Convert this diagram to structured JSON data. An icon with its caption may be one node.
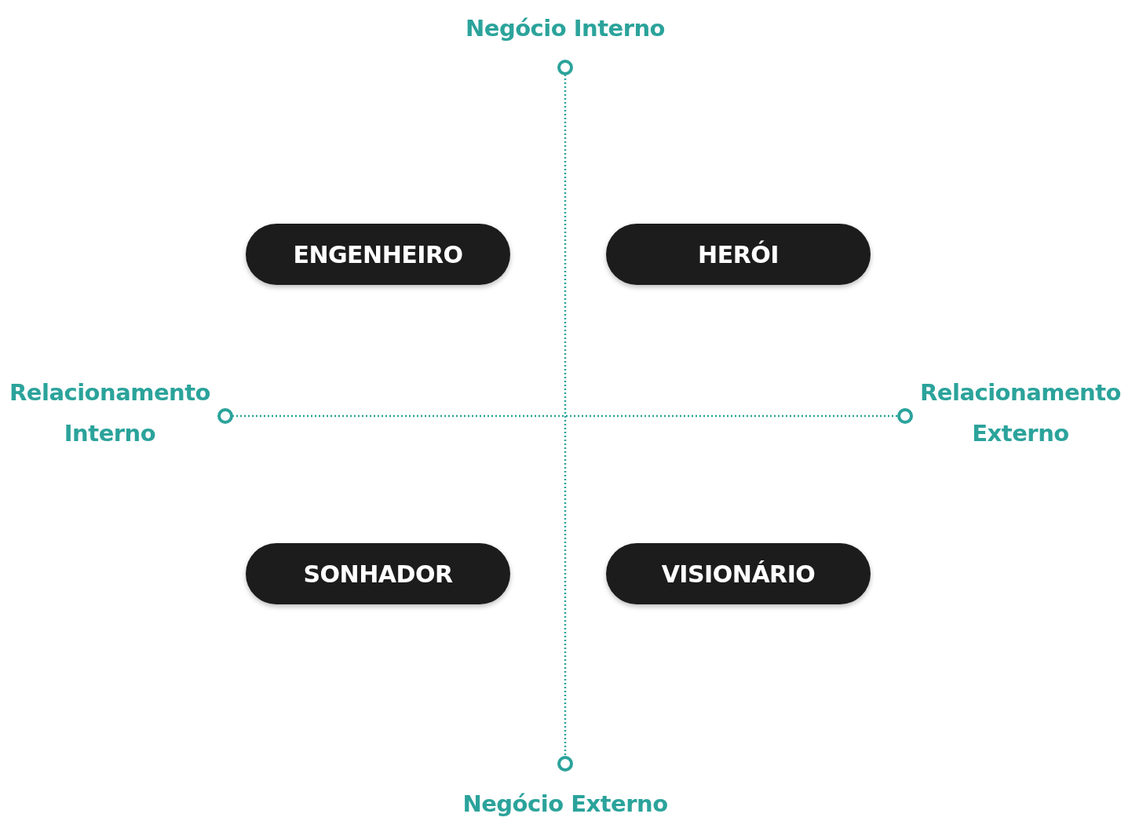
{
  "diagram": {
    "nodes": [
      {
        "text": [
          "ENGENHEIRO"
        ]
      },
      {
        "text": [
          "HERÓI"
        ]
      },
      {
        "text": [
          "SONHADOR"
        ]
      },
      {
        "text": [
          "VISIONÁRIO"
        ]
      }
    ],
    "labels": [
      "Negócio Interno",
      "Relacionamento Interno",
      "Relacionamento Externo",
      "Negócio Externo"
    ]
  }
}
